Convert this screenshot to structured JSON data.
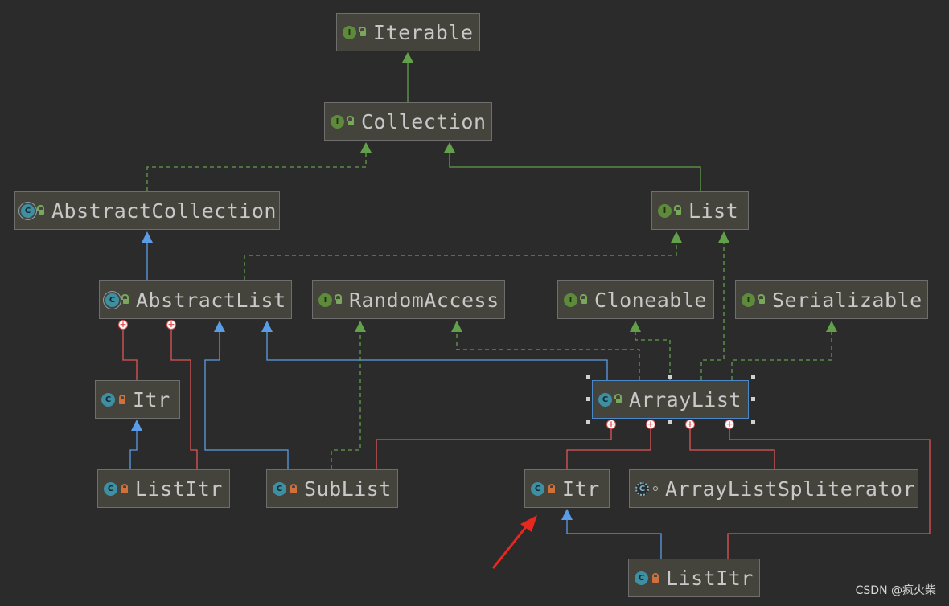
{
  "nodes": {
    "iterable": {
      "label": "Iterable",
      "kind": "I",
      "visibility": "public"
    },
    "collection": {
      "label": "Collection",
      "kind": "I",
      "visibility": "public"
    },
    "abstract_collection": {
      "label": "AbstractCollection",
      "kind": "C",
      "visibility": "public"
    },
    "list": {
      "label": "List",
      "kind": "I",
      "visibility": "public"
    },
    "abstract_list": {
      "label": "AbstractList",
      "kind": "C",
      "visibility": "public"
    },
    "random_access": {
      "label": "RandomAccess",
      "kind": "I",
      "visibility": "public"
    },
    "cloneable": {
      "label": "Cloneable",
      "kind": "I",
      "visibility": "public"
    },
    "serializable": {
      "label": "Serializable",
      "kind": "I",
      "visibility": "public"
    },
    "abstract_list_itr": {
      "label": "Itr",
      "kind": "C",
      "visibility": "private"
    },
    "array_list": {
      "label": "ArrayList",
      "kind": "C",
      "visibility": "public"
    },
    "abstract_list_listitr": {
      "label": "ListItr",
      "kind": "C",
      "visibility": "private"
    },
    "sub_list": {
      "label": "SubList",
      "kind": "C",
      "visibility": "private"
    },
    "array_list_itr": {
      "label": "Itr",
      "kind": "C",
      "visibility": "private"
    },
    "array_list_spliterator": {
      "label": "ArrayListSpliterator",
      "kind": "C",
      "visibility": "package"
    },
    "array_list_listitr": {
      "label": "ListItr",
      "kind": "C",
      "visibility": "private"
    }
  },
  "colors": {
    "extends_class": "#5a9ce6",
    "extends_interface": "#62a04a",
    "implements": "#62a04a",
    "inner_class": "#e05555",
    "annotation_arrow": "#e8281e",
    "background": "#2b2b2b",
    "node_fill": "#45443c",
    "selection": "#4a88c7"
  },
  "watermark": "CSDN @疯火柴"
}
